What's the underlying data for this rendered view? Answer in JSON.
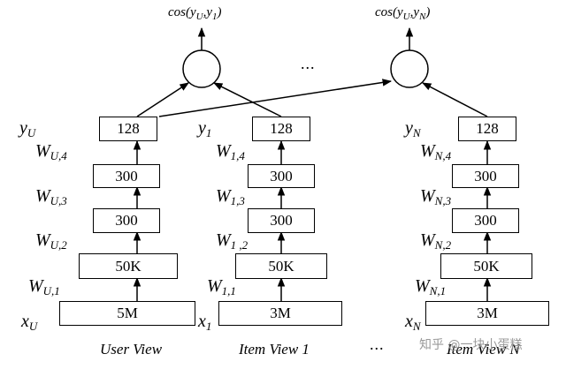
{
  "outputs": {
    "left": "cos(y",
    "left_sub": "U",
    "left_mid": ",y",
    "left_sub2": "1",
    "left_end": ")",
    "right": "cos(y",
    "right_sub": "U",
    "right_mid": ",y",
    "right_sub2": "N",
    "right_end": ")"
  },
  "ellipsis": "...",
  "towers": [
    {
      "view": "User View",
      "boxes": [
        "128",
        "300",
        "300",
        "50K",
        "5M"
      ],
      "labels": {
        "y": "y",
        "y_sub": "U",
        "w4": "W",
        "w4_sub": "U,4",
        "w3": "W",
        "w3_sub": "U,3",
        "w2": "W",
        "w2_sub": "U,2",
        "w1": "W",
        "w1_sub": "U,1",
        "x": "x",
        "x_sub": "U"
      }
    },
    {
      "view": "Item View 1",
      "boxes": [
        "128",
        "300",
        "300",
        "50K",
        "3M"
      ],
      "labels": {
        "y": "y",
        "y_sub": "1",
        "w4": "W",
        "w4_sub": "1,4",
        "w3": "W",
        "w3_sub": "1,3",
        "w2": "W",
        "w2_sub": "1 ,2",
        "w1": "W",
        "w1_sub": "1,1",
        "x": "x",
        "x_sub": "1"
      }
    },
    {
      "view": "Item View N",
      "boxes": [
        "128",
        "300",
        "300",
        "50K",
        "3M"
      ],
      "labels": {
        "y": "y",
        "y_sub": "N",
        "w4": "W",
        "w4_sub": "N,4",
        "w3": "W",
        "w3_sub": "N,3",
        "w2": "W",
        "w2_sub": "N,2",
        "w1": "W",
        "w1_sub": "N,1",
        "x": "x",
        "x_sub": "N"
      }
    }
  ],
  "watermark": "知乎 @一块小蛋糕"
}
